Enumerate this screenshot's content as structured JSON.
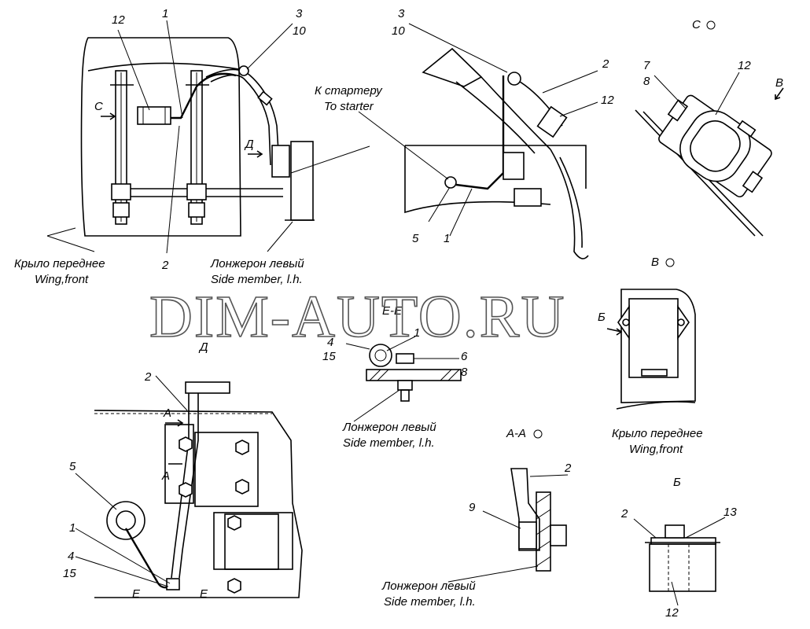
{
  "watermark": "DIM-AUTO.RU",
  "views": {
    "main_left": {
      "labels": [
        "12",
        "1",
        "3",
        "10",
        "C",
        "Д",
        "2"
      ],
      "caption_ru": "Крыло переднее",
      "caption_en": "Wing,front",
      "side_ru": "Лонжерон левый",
      "side_en": "Side member, l.h."
    },
    "top_middle": {
      "labels": [
        "3",
        "10",
        "2",
        "12",
        "5",
        "1"
      ],
      "starter_ru": "К стартеру",
      "starter_en": "To starter"
    },
    "view_c": {
      "title": "C",
      "labels": [
        "7",
        "8",
        "12",
        "B"
      ]
    },
    "view_b": {
      "title": "B",
      "labels": [
        "Б"
      ],
      "caption_ru": "Крыло переднее",
      "caption_en": "Wing,front"
    },
    "section_ee": {
      "title": "E-E",
      "labels": [
        "4",
        "15",
        "1",
        "6",
        "8"
      ],
      "caption_ru": "Лонжерон левый",
      "caption_en": "Side member, l.h."
    },
    "view_d": {
      "title": "Д",
      "labels": [
        "2",
        "A",
        "A",
        "5",
        "1",
        "4",
        "15",
        "E",
        "E"
      ]
    },
    "section_aa": {
      "title": "A-A",
      "labels": [
        "2",
        "9"
      ],
      "caption_ru": "Лонжерон левый",
      "caption_en": "Side member, l.h."
    },
    "view_bb": {
      "title": "Б",
      "labels": [
        "2",
        "13",
        "12"
      ]
    }
  }
}
